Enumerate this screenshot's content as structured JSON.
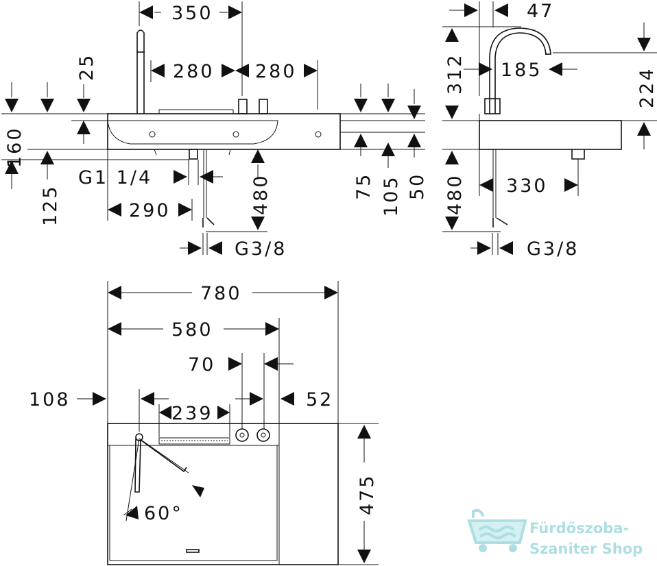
{
  "drawing": {
    "front_view": {
      "dim_350": "350",
      "dim_280_left": "280",
      "dim_280_right": "280",
      "dim_25": "25",
      "dim_160": "160",
      "dim_125": "125",
      "dim_g1_1_4": "G1 1/4",
      "dim_290": "290",
      "dim_480": "480",
      "dim_g3_8": "G3/8",
      "dim_75": "75",
      "dim_105": "105",
      "dim_50": "50"
    },
    "side_view": {
      "dim_47": "47",
      "dim_312": "312",
      "dim_185": "185",
      "dim_224": "224",
      "dim_480": "480",
      "dim_330": "330",
      "dim_g3_8": "G3/8"
    },
    "top_view": {
      "dim_780": "780",
      "dim_580": "580",
      "dim_70": "70",
      "dim_108": "108",
      "dim_52": "52",
      "dim_239": "239",
      "dim_475": "475",
      "dim_angle": "60°"
    }
  },
  "watermark": {
    "line1": "Fürdőszoba-",
    "line2": "Szaniter Shop",
    "icon": "bathtub-icon",
    "color": "#9fd9df"
  }
}
